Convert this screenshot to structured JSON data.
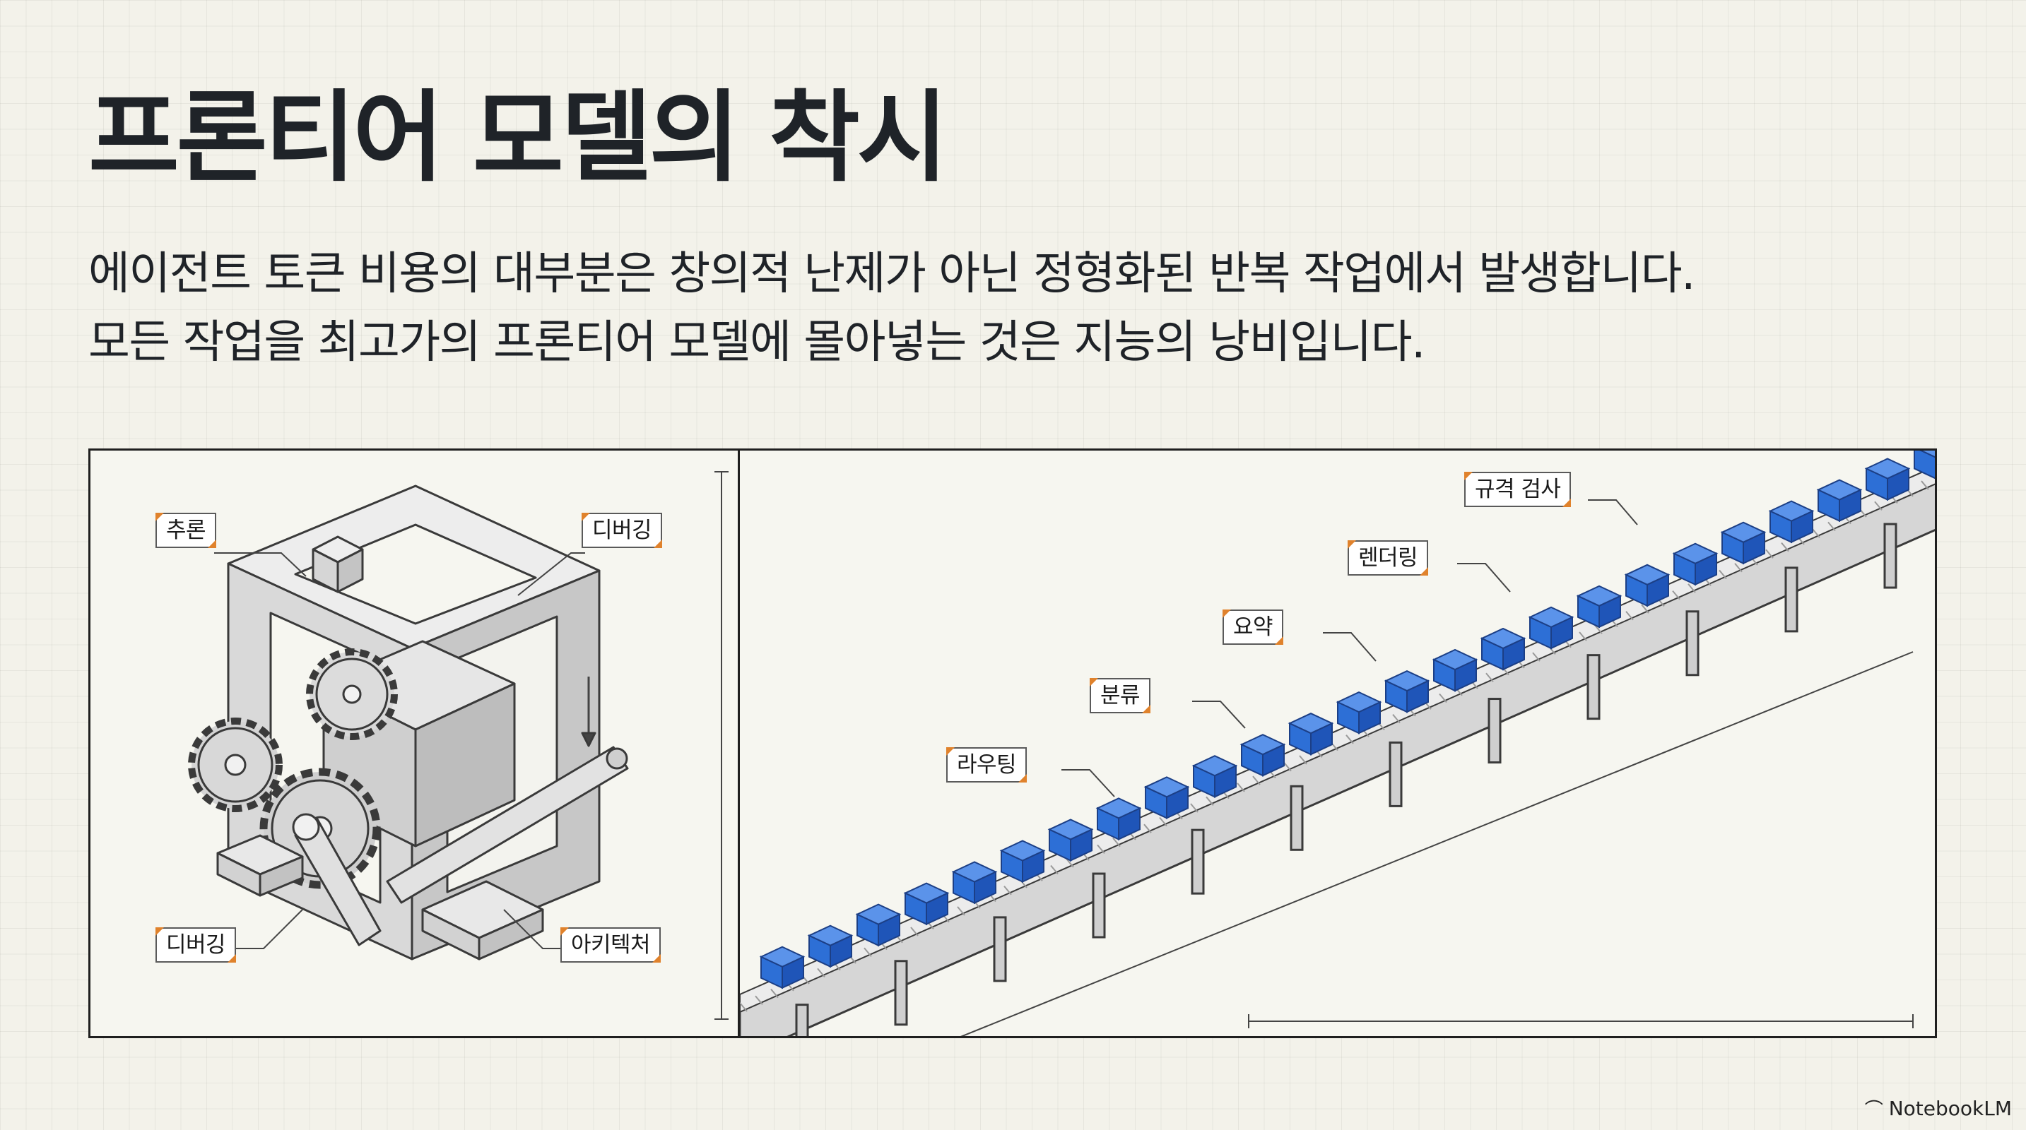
{
  "slide": {
    "title": "프론티어 모델의 착시",
    "subtitle_line1": "에이전트 토큰 비용의 대부분은 창의적 난제가 아닌 정형화된 반복 작업에서 발생합니다.",
    "subtitle_line2": "모든 작업을 최고가의 프론티어 모델에 몰아넣는 것은 지능의 낭비입니다."
  },
  "left_panel": {
    "labels": {
      "reasoning": "추론",
      "debugging_top": "디버깅",
      "debugging_bottom": "디버깅",
      "architecture": "아키텍처"
    }
  },
  "right_panel": {
    "labels": {
      "routing": "라우팅",
      "classification": "분류",
      "summary": "요약",
      "rendering": "렌더링",
      "rule_check": "규격 검사"
    },
    "box_color": "#2d6fd6"
  },
  "branding": {
    "logo_text": "NotebookLM"
  }
}
